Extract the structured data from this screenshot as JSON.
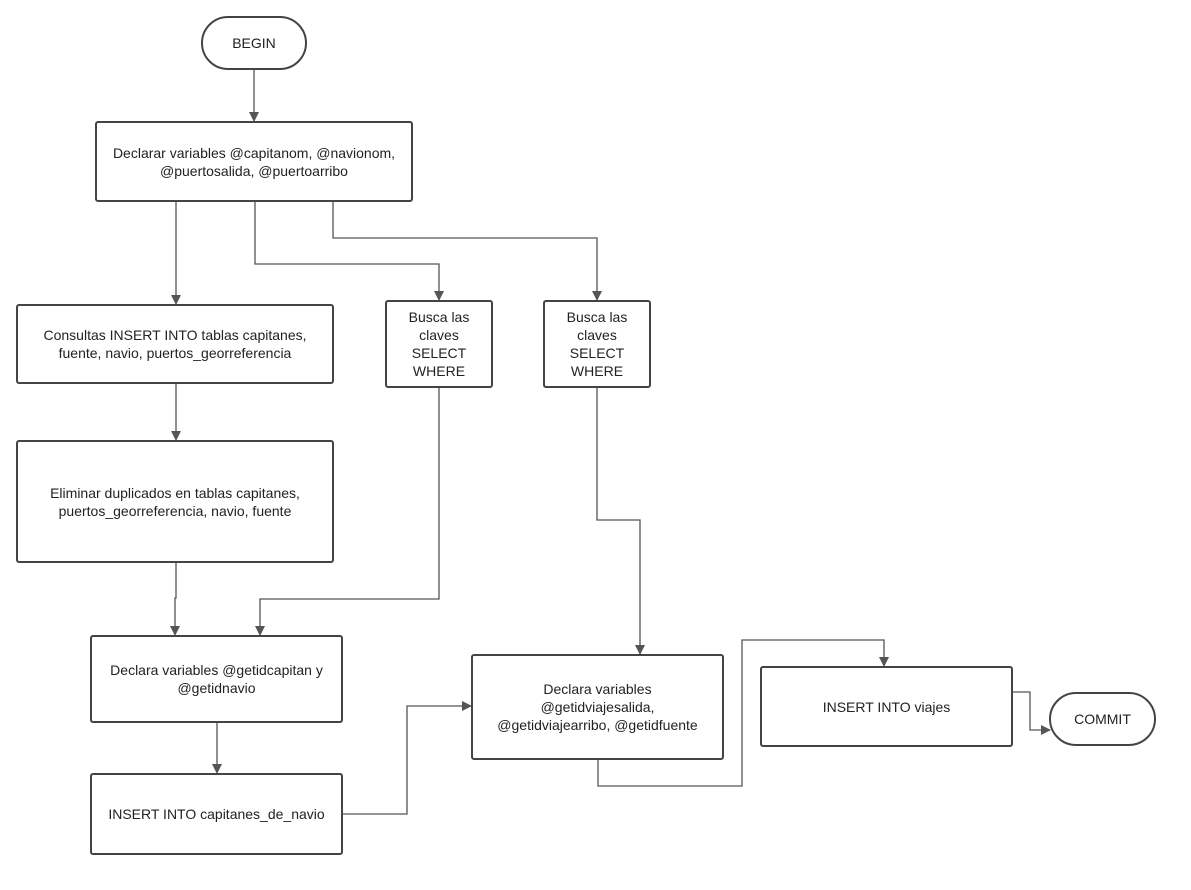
{
  "diagram": {
    "colors": {
      "stroke": "#555555",
      "border": "#444444",
      "text": "#222222",
      "background": "#ffffff"
    },
    "nodes": {
      "begin": "BEGIN",
      "declare_vars": "Declarar variables @capitanom, @navionom,\n@puertosalida, @puertoarribo",
      "insert_tables": "Consultas INSERT INTO tablas capitanes,\nfuente, navio, puertos_georreferencia",
      "search_keys_1": "Busca las\nclaves\nSELECT\nWHERE",
      "search_keys_2": "Busca las\nclaves\nSELECT\nWHERE",
      "remove_duplicates": "Eliminar duplicados en tablas capitanes,\npuertos_georreferencia, navio, fuente",
      "declare_captain_ship": "Declara variables @getidcapitan y\n@getidnavio",
      "insert_captains_ship": "INSERT INTO capitanes_de_navio",
      "declare_trip_vars": "Declara variables\n@getidviajesalida,\n@getidviajearribo, @getidfuente",
      "insert_trips": "INSERT INTO viajes",
      "commit": "COMMIT"
    }
  }
}
